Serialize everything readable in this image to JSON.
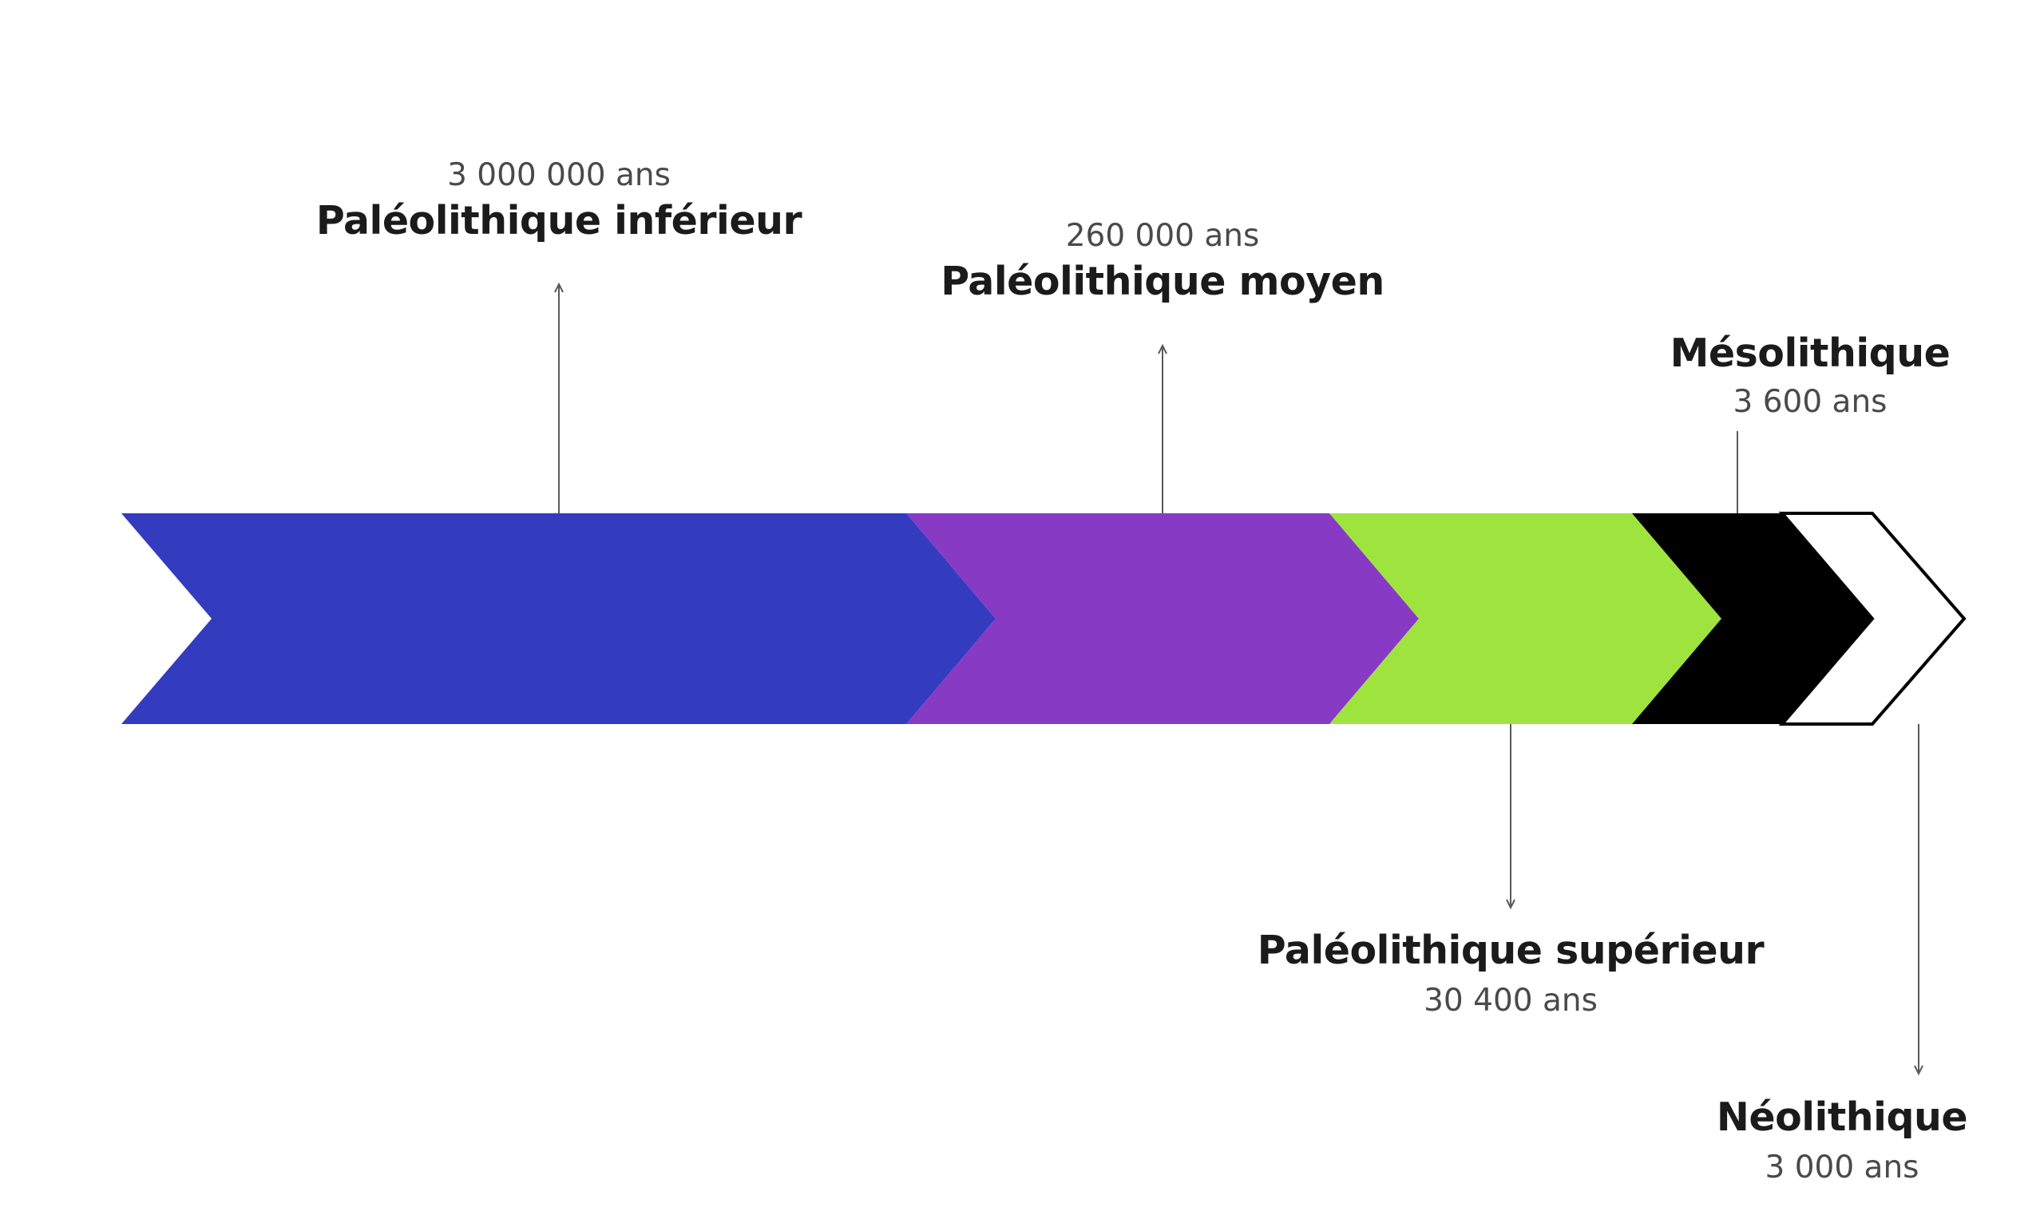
{
  "periods": [
    {
      "name": "Paléolithique inférieur",
      "duration": "3 000 000 ans",
      "color": "#333cbf"
    },
    {
      "name": "Paléolithique moyen",
      "duration": "260 000 ans",
      "color": "#873ac4"
    },
    {
      "name": "Paléolithique supérieur",
      "duration": "30 400 ans",
      "color": "#9fe33f"
    },
    {
      "name": "Mésolithique",
      "duration": "3 600 ans",
      "color": "#000000"
    },
    {
      "name": "Néolithique",
      "duration": "3 000 ans",
      "color": "#ffffff"
    }
  ]
}
